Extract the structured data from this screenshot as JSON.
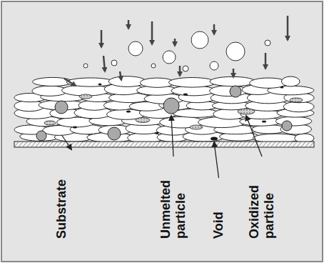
{
  "diagram": {
    "labels": [
      "Substrate",
      "Unmelted particle",
      "Void",
      "Oxidized particle"
    ]
  }
}
